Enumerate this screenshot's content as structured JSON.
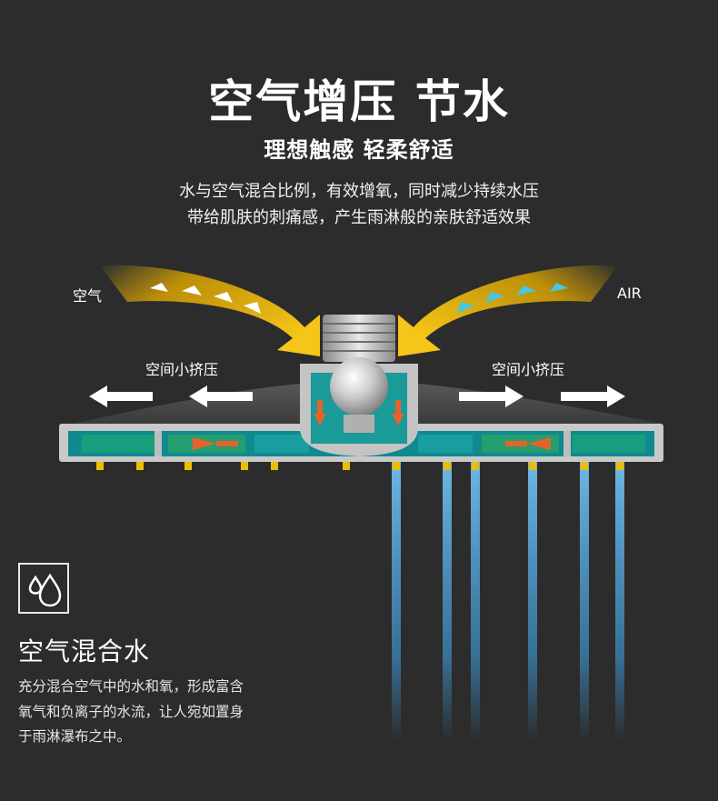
{
  "header": {
    "title": "空气增压 节水",
    "subtitle": "理想触感 轻柔舒适",
    "description_lines": [
      "水与空气混合比例，有效增氧，同时减少持续水压",
      "带给肌肤的刺痛感，产生雨淋般的亲肤舒适效果"
    ]
  },
  "diagram": {
    "air_left_label": "空气",
    "air_right_label": "AIR",
    "pressure_left_label": "空间小挤压",
    "pressure_right_label": "空间小挤压",
    "colors": {
      "air_arrow": "#f2b705",
      "pipe_water": "#3aa0d8",
      "shower_body": "#bfbfbf",
      "flow_arrow": "#e5632a"
    }
  },
  "feature": {
    "icon": "water-drops-icon",
    "title": "空气混合水",
    "description_lines": [
      "充分混合空气中的水和氧，形成富含",
      "氧气和负离子的水流，让人宛如置身",
      "于雨淋瀑布之中。"
    ]
  }
}
